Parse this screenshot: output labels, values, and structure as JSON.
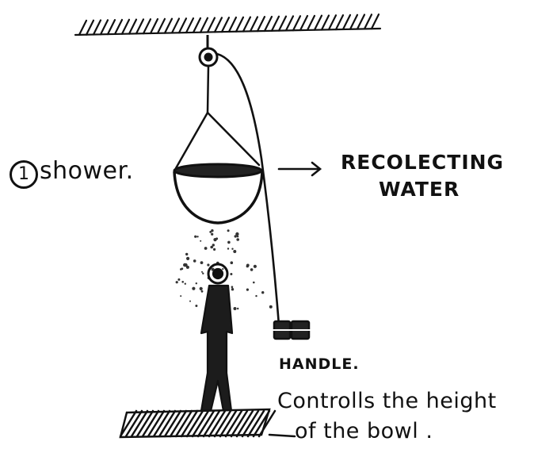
{
  "labels": {
    "number": "1",
    "shower": "shower.",
    "recollecting_line1": "RECOLECTING",
    "recollecting_line2": "WATER",
    "handle": "HANDLE.",
    "note_line1": "Controlls the height",
    "note_line2": "of the bowl ."
  },
  "colors": {
    "ink": "#111111",
    "paper": "#ffffff"
  }
}
